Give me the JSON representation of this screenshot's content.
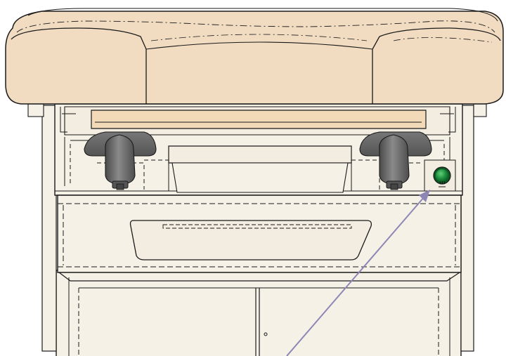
{
  "illustration": {
    "subject": "exam-table-front-view",
    "parts": [
      "upholstered-top-cushion",
      "seat-frame",
      "left-stirrup-knob",
      "right-stirrup-knob",
      "center-recess-panel",
      "heater-power-button",
      "heater-symbol",
      "drawer",
      "drawer-handle",
      "cabinet-base",
      "callout-arrow"
    ],
    "colors": {
      "cushion": "#f1dcc1",
      "cabinet": "#f6f1e7",
      "knob": "#626262",
      "button": "#1a8a3a",
      "arrow": "#8d86b5",
      "outline": "#1a1a1a"
    }
  }
}
